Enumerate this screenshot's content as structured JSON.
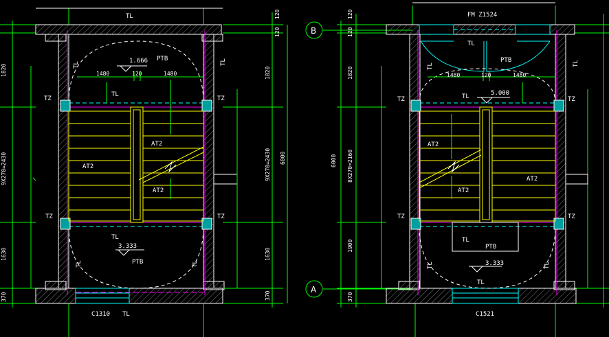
{
  "left_plan": {
    "top_label": "TL",
    "bottom_window": "C1310",
    "bottom_tl": "TL",
    "ptb_top": "PTB",
    "ptb_bottom": "PTB",
    "elev_top": "1.666",
    "elev_bottom": "3.333",
    "dim_1480_a": "1480",
    "dim_120": "120",
    "dim_1480_b": "1480",
    "tl_mid_top": "TL",
    "tl_mid_bottom": "TL",
    "tz_tl": "TZ",
    "tz_tr": "TZ",
    "tz_bl": "TZ",
    "tz_br": "TZ",
    "at2_left": "AT2",
    "at2_center": "AT2",
    "at2_right": "AT2",
    "tl_side_1": "TL",
    "tl_side_2": "TL",
    "tl_side_3": "TL",
    "tl_side_4": "TL",
    "dim_r_120a": "120",
    "dim_r_120b": "120",
    "dim_r_1820": "1820",
    "dim_r_stair": "9X270=2430",
    "dim_r_1630": "1630",
    "dim_r_370": "370",
    "dim_r_6000": "6000",
    "dim_l_1820": "1820",
    "dim_l_stair": "9X270=2430",
    "dim_l_1630": "1630",
    "dim_l_370": "370"
  },
  "axes": {
    "b": "B",
    "a": "A"
  },
  "right_plan": {
    "door_label": "FM Z1524",
    "bottom_window": "C1521",
    "tl_top": "TL",
    "ptb_top": "PTB",
    "ptb_bottom": "PTB",
    "elev_top": "5.000",
    "elev_bottom": "3.333",
    "dim_1480_a": "1480",
    "dim_120": "120",
    "dim_1480_b": "1480",
    "tl_mid": "TL",
    "tl_landing": "TL",
    "tl_bottom": "TL",
    "tz_tl": "TZ",
    "tz_tr": "TZ",
    "tz_bl": "TZ",
    "tz_br": "TZ",
    "at2_left": "AT2",
    "at2_center": "AT2",
    "at2_right": "AT2",
    "tl_side_1": "TL",
    "tl_side_2": "TL",
    "tl_side_3": "TL",
    "tl_side_4": "TL",
    "dim_l_120a": "120",
    "dim_l_120b": "120",
    "dim_l_1820": "1820",
    "dim_l_stair": "8X270=2160",
    "dim_l_1900": "1900",
    "dim_l_370": "370",
    "dim_l_6000": "6000"
  },
  "colors": {
    "wall": "#ffffff",
    "hatch": "#808080",
    "dim": "#00ff00",
    "axis": "#00ff00",
    "stair": "#ffff00",
    "window": "#00ffff",
    "magenta": "#ff00ff",
    "column": "#00c0c0",
    "text": "#ffffff"
  }
}
